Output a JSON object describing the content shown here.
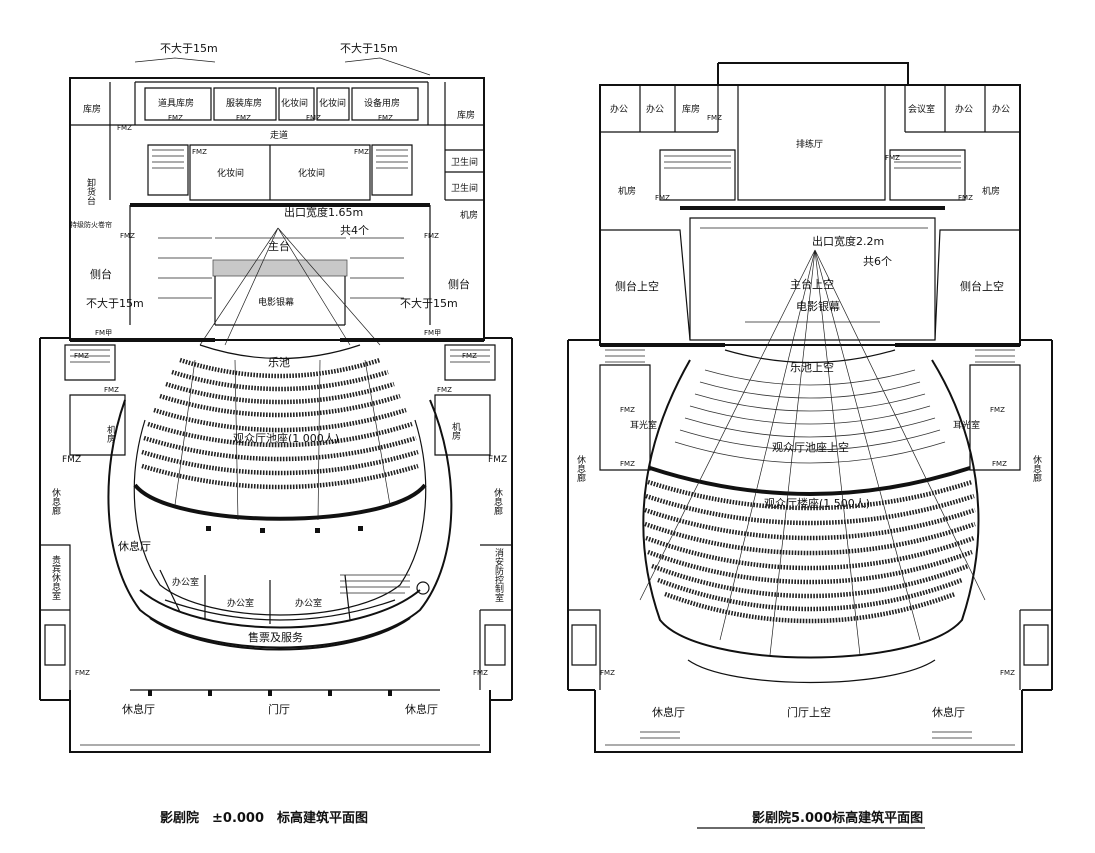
{
  "captions": {
    "left": "影剧院　±0.000　标高建筑平面图",
    "right": "影剧院5.000标高建筑平面图"
  },
  "left_plan": {
    "limit_top_left": "不大于15m",
    "limit_top_right": "不大于15m",
    "limit_mid_left": "不大于15m",
    "limit_mid_right": "不大于15m",
    "exit_width": "出口宽度1.65m",
    "exit_count": "共4个",
    "rooms": {
      "storage_left": "库房",
      "props_storage": "道具库房",
      "costume_storage": "服装库房",
      "makeup_1": "化妆间",
      "makeup_2": "化妆间",
      "equipment_storage": "设备用房",
      "storage_right": "库房",
      "corridor": "走道",
      "makeup_3": "化妆间",
      "makeup_4": "化妆间",
      "toilet_1": "卫生间",
      "toilet_2": "卫生间",
      "unloading": "卸货台",
      "machine_room_top_right": "机房",
      "fire_shutter": "特级防火卷帘",
      "main_stage": "主台",
      "side_stage_left": "侧台",
      "side_stage_right": "侧台",
      "screen": "电影银幕",
      "orchestra_pit": "乐池",
      "stalls": "观众厅池座(1 000人)",
      "machine_room_left": "机房",
      "machine_room_right": "机房",
      "lounge_corridor_left": "休息廊",
      "lounge_corridor_right": "休息廊",
      "lounge_hall": "休息厅",
      "office_1": "办公室",
      "office_2": "办公室",
      "office_3": "办公室",
      "vip_lounge": "贵宾休息室",
      "fire_control": "消安防控制室",
      "ticket_service": "售票及服务",
      "foyer_lounge_left": "休息厅",
      "lobby": "门厅",
      "foyer_lounge_right": "休息厅"
    },
    "door_tags": {
      "fmz": "FMZ",
      "fm_jia": "FM甲"
    }
  },
  "right_plan": {
    "exit_width": "出口宽度2.2m",
    "exit_count": "共6个",
    "rooms": {
      "office_1": "办公",
      "office_2": "办公",
      "storage": "库房",
      "rehearsal_hall": "排练厅",
      "meeting_room": "会议室",
      "office_3": "办公",
      "office_4": "办公",
      "machine_room_left": "机房",
      "machine_room_right": "机房",
      "side_stage_upper_left": "侧台上空",
      "side_stage_upper_right": "侧台上空",
      "main_stage_upper": "主台上空",
      "screen": "电影银幕",
      "orchestra_pit_upper": "乐池上空",
      "ear_light_left": "耳光室",
      "ear_light_right": "耳光室",
      "stalls_upper": "观众厅池座上空",
      "balcony": "观众厅楼座(1 500人)",
      "lounge_corridor_left": "休息廊",
      "lounge_corridor_right": "休息廊",
      "foyer_lounge_left": "休息厅",
      "lobby_upper": "门厅上空",
      "foyer_lounge_right": "休息厅"
    },
    "door_tags": {
      "fmz": "FMZ"
    }
  }
}
